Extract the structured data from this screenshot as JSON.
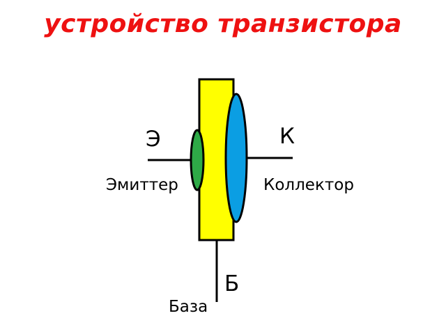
{
  "title": "устройство транзистора",
  "colors": {
    "title": "#ee1111",
    "body": "#ffff00",
    "emitter": "#2eaa47",
    "collector": "#0b9ee3",
    "lines": "#000000"
  },
  "emitter": {
    "letter": "Э",
    "name": "Эмиттер"
  },
  "collector": {
    "letter": "К",
    "name": "Коллектор"
  },
  "base": {
    "letter": "Б",
    "name": "База"
  }
}
